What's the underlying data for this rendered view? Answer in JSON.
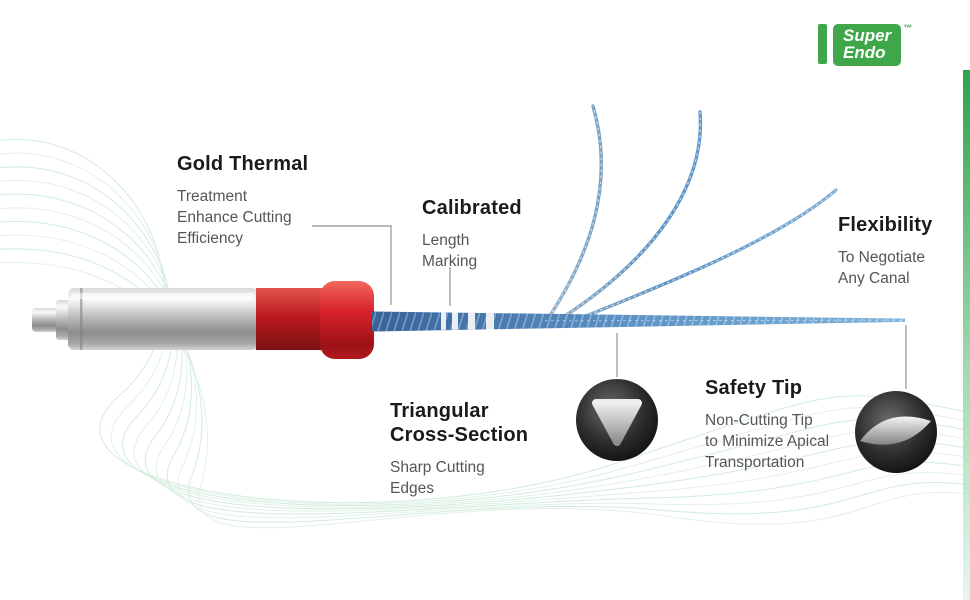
{
  "brand": {
    "name_line1": "Super",
    "name_line2": "Endo",
    "trademark": "™"
  },
  "colors": {
    "accent_green": "#3fa74a",
    "stopper_red": "#c81a1f",
    "shaft_blue": "#5d94c6",
    "heading_text": "#1a1a1a",
    "body_text": "#565656",
    "connector_gray": "#a3a3a3"
  },
  "callouts": {
    "gold_thermal": {
      "title": "Gold Thermal",
      "line1": "Treatment",
      "line2": "Enhance Cutting",
      "line3": "Efficiency"
    },
    "calibrated": {
      "title": "Calibrated",
      "line1": "Length",
      "line2": "Marking"
    },
    "flexibility": {
      "title": "Flexibility",
      "line1": "To Negotiate",
      "line2": "Any Canal"
    },
    "triangular_cross_section": {
      "title_line1": "Triangular",
      "title_line2": "Cross-Section",
      "line1": "Sharp Cutting",
      "line2": "Edges"
    },
    "safety_tip": {
      "title": "Safety Tip",
      "line1": "Non-Cutting Tip",
      "line2": "to Minimize Apical",
      "line3": "Transportation"
    }
  }
}
